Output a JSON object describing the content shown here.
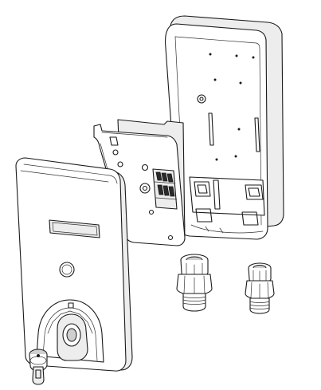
{
  "diagram": {
    "kind": "exploded-view-line-drawing",
    "style": {
      "stroke_color": "#1a1a1a",
      "fill_light": "#ededed",
      "fill_mid": "#cfcfcf",
      "background": "#ffffff"
    },
    "parts": [
      {
        "id": "rear-housing",
        "icon": "rear-housing-icon"
      },
      {
        "id": "mounting-plate",
        "icon": "mounting-plate-icon"
      },
      {
        "id": "front-cover",
        "icon": "front-cover-icon"
      },
      {
        "id": "cable-gland-large",
        "icon": "cable-gland-icon"
      },
      {
        "id": "cable-gland-small",
        "icon": "cable-gland-icon"
      },
      {
        "id": "key-switch",
        "icon": "key-icon"
      }
    ]
  }
}
